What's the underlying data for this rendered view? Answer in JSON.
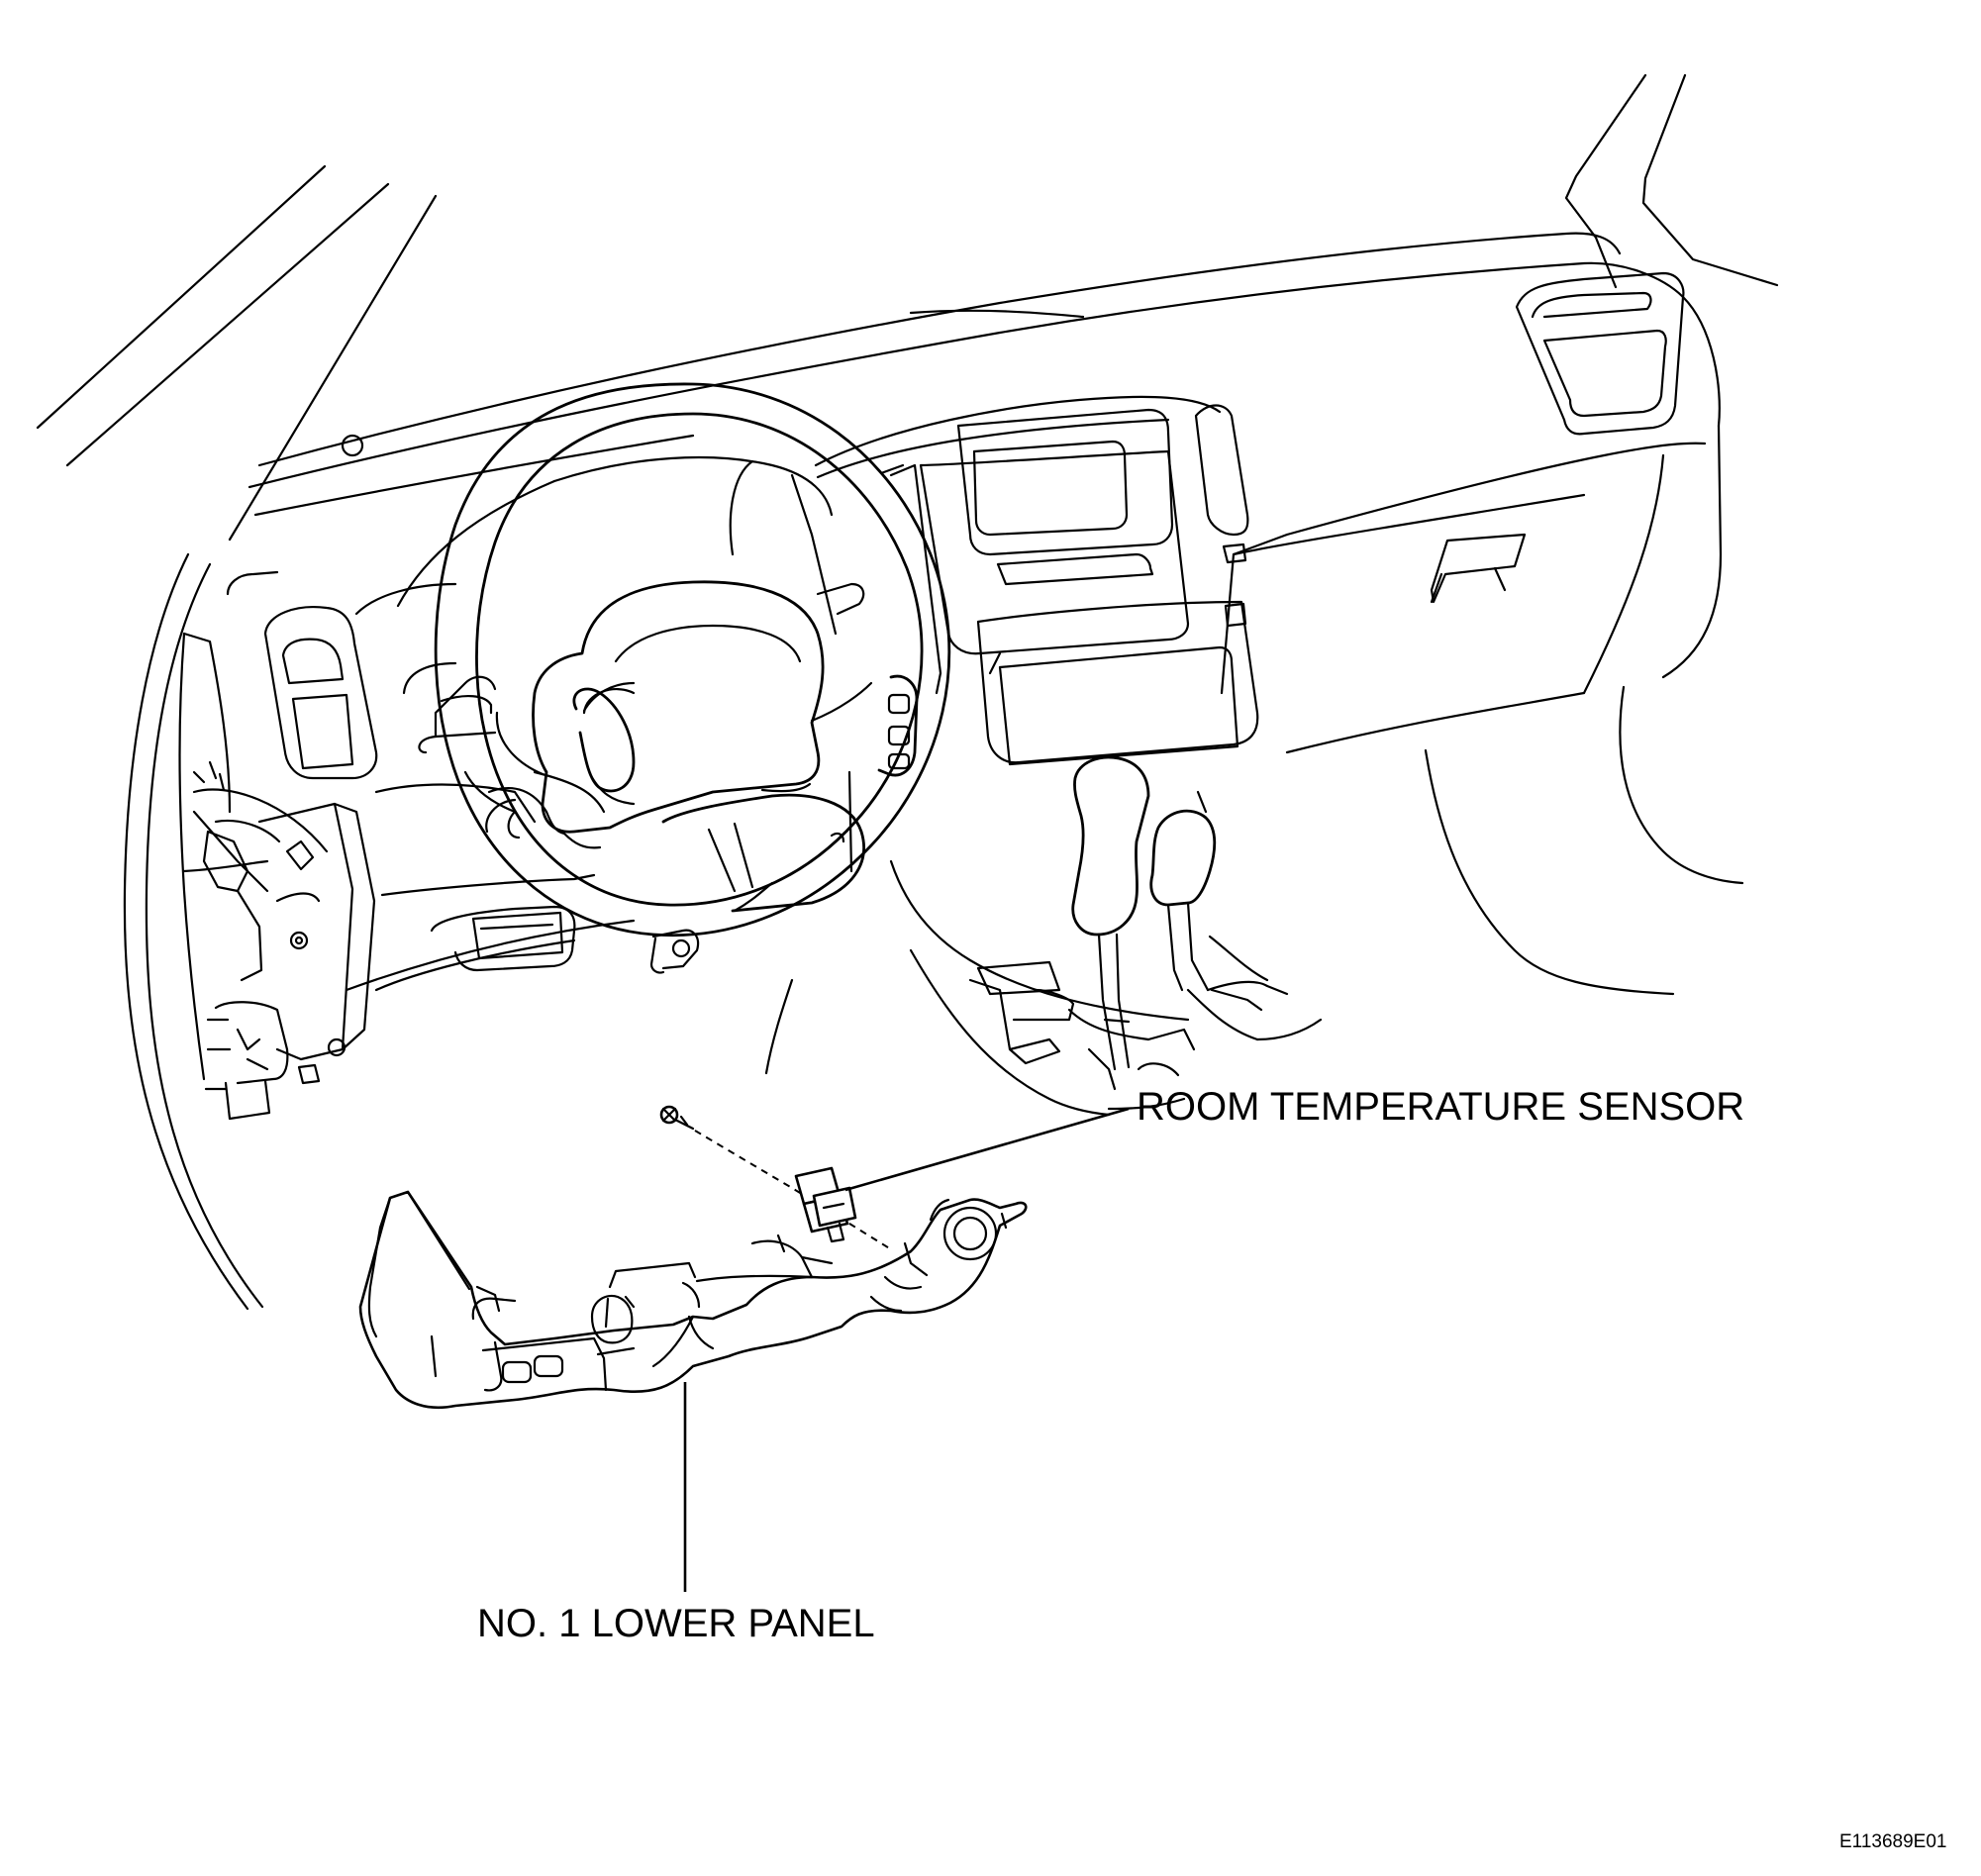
{
  "labels": {
    "room_temperature_sensor": "ROOM TEMPERATURE SENSOR",
    "no1_lower_panel": "NO. 1 LOWER PANEL"
  },
  "figure_code": "E113689E01"
}
